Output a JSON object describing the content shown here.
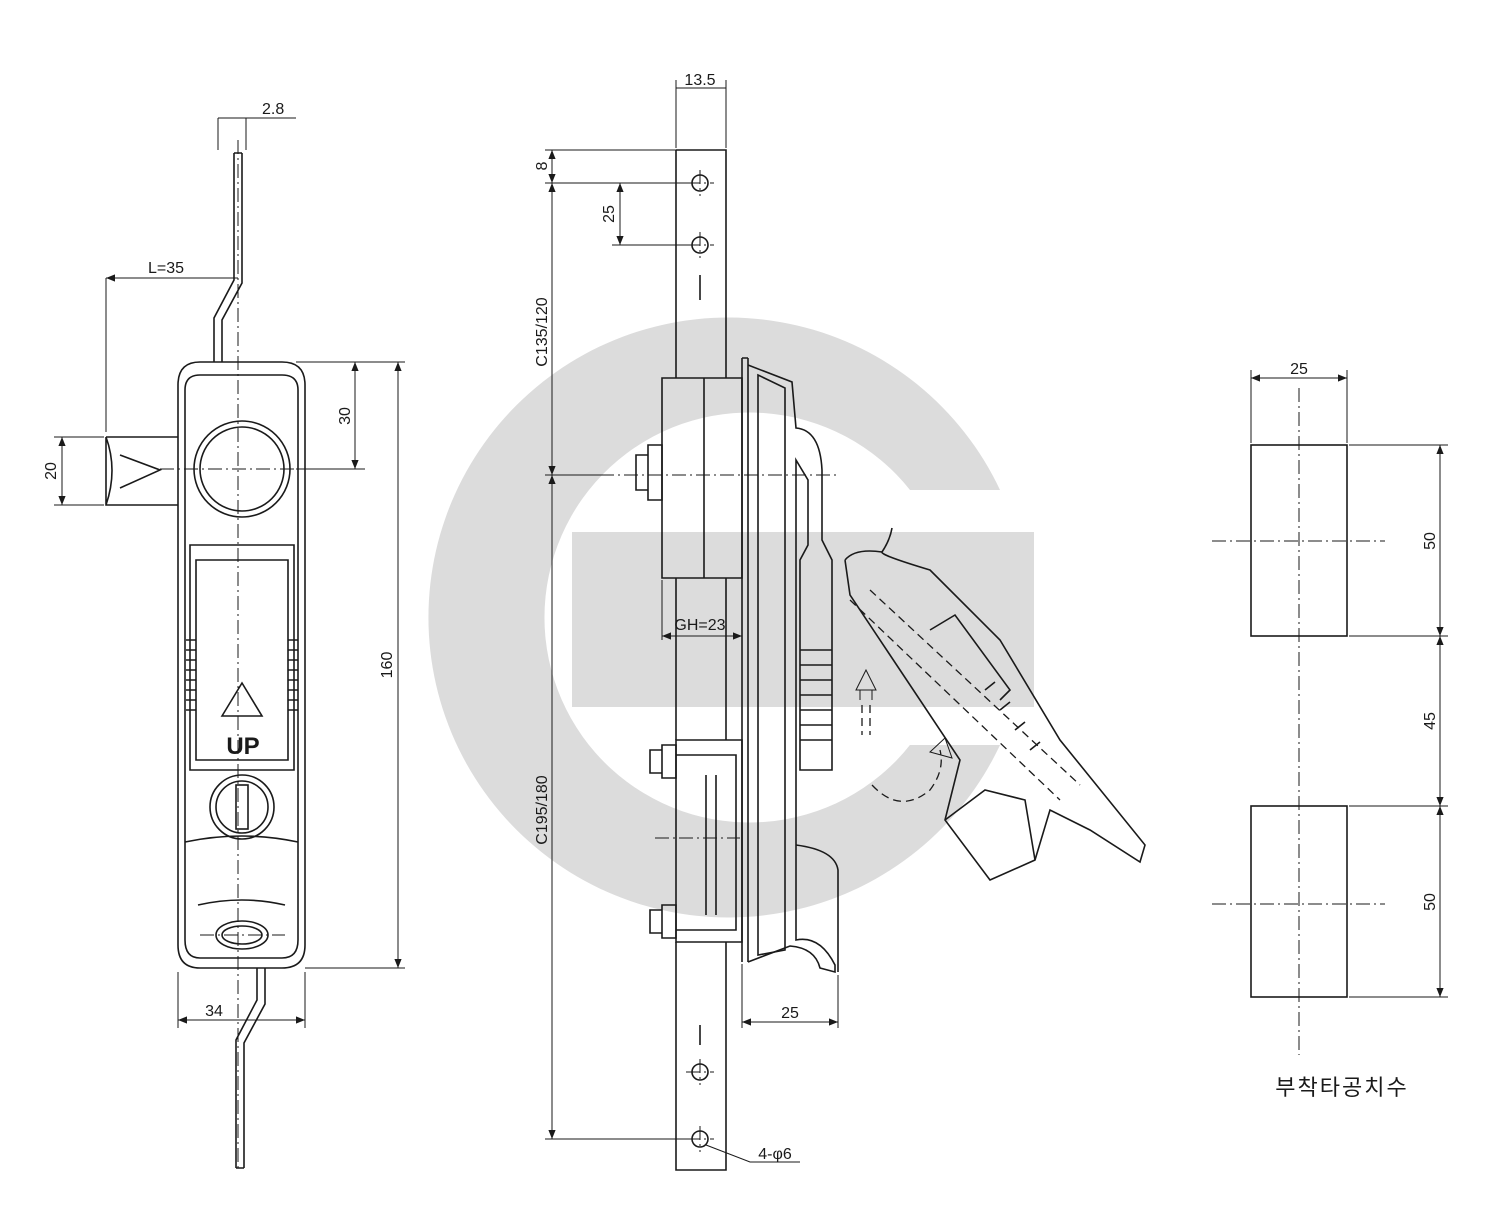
{
  "watermark": {
    "color": "#dcdcdc"
  },
  "front_view": {
    "dim_rod_thickness": "2.8",
    "dim_offset": "L=35",
    "dim_tongue_height": "20",
    "dim_button_offset": "30",
    "dim_total_height": "160",
    "dim_width": "34",
    "handle_label": "UP"
  },
  "side_view": {
    "dim_rod_width": "13.5",
    "dim_top_offset": "8",
    "dim_hole_pitch": "25",
    "dim_upper_rod": "C135/120",
    "dim_lower_rod": "C195/180",
    "dim_grip_height": "GH=23",
    "dim_depth": "25",
    "dim_holes": "4-φ6"
  },
  "cutout_view": {
    "dim_width": "25",
    "dim_upper_height": "50",
    "dim_gap": "45",
    "dim_lower_height": "50",
    "caption": "부착타공치수"
  }
}
